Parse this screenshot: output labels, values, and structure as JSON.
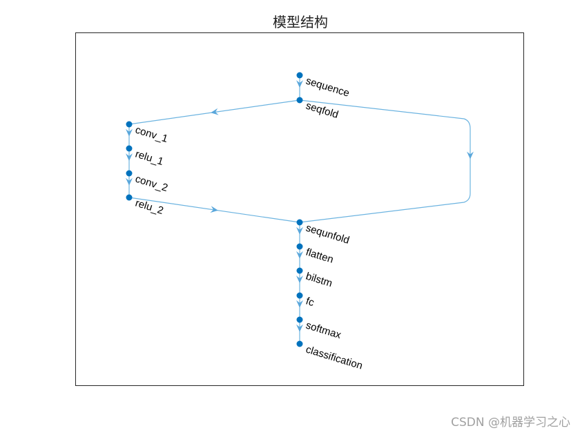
{
  "title": "模型结构",
  "watermark": "CSDN @机器学习之心",
  "colors": {
    "node": "#0072BD",
    "edge": "#6BB3E0"
  },
  "nodes": [
    {
      "id": "sequence",
      "label": "sequence"
    },
    {
      "id": "seqfold",
      "label": "seqfold"
    },
    {
      "id": "conv_1",
      "label": "conv_1"
    },
    {
      "id": "relu_1",
      "label": "relu_1"
    },
    {
      "id": "conv_2",
      "label": "conv_2"
    },
    {
      "id": "relu_2",
      "label": "relu_2"
    },
    {
      "id": "sequnfold",
      "label": "sequnfold"
    },
    {
      "id": "flatten",
      "label": "flatten"
    },
    {
      "id": "bilstm",
      "label": "bilstm"
    },
    {
      "id": "fc",
      "label": "fc"
    },
    {
      "id": "softmax",
      "label": "softmax"
    },
    {
      "id": "classification",
      "label": "classification"
    }
  ],
  "edges": [
    [
      "sequence",
      "seqfold"
    ],
    [
      "seqfold",
      "conv_1"
    ],
    [
      "conv_1",
      "relu_1"
    ],
    [
      "relu_1",
      "conv_2"
    ],
    [
      "conv_2",
      "relu_2"
    ],
    [
      "relu_2",
      "sequnfold"
    ],
    [
      "seqfold",
      "sequnfold"
    ],
    [
      "sequnfold",
      "flatten"
    ],
    [
      "flatten",
      "bilstm"
    ],
    [
      "bilstm",
      "fc"
    ],
    [
      "fc",
      "softmax"
    ],
    [
      "softmax",
      "classification"
    ]
  ]
}
